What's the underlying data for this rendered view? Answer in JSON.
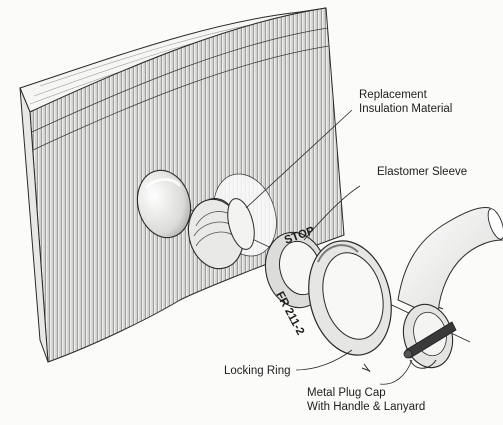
{
  "diagram": {
    "labels": {
      "replacement_line1": "Replacement",
      "replacement_line2": "Insulation Material",
      "elastomer_sleeve": "Elastomer Sleeve",
      "locking_ring": "Locking Ring",
      "plug_cap_line1": "Metal Plug Cap",
      "plug_cap_line2": "With Handle & Lanyard"
    },
    "ring_text": {
      "top": "STOP",
      "bottom": "FR 211-2"
    },
    "colors": {
      "ink": "#2a2a2a",
      "shade": "#8a8a8a",
      "paper": "#fbfbfa"
    }
  }
}
